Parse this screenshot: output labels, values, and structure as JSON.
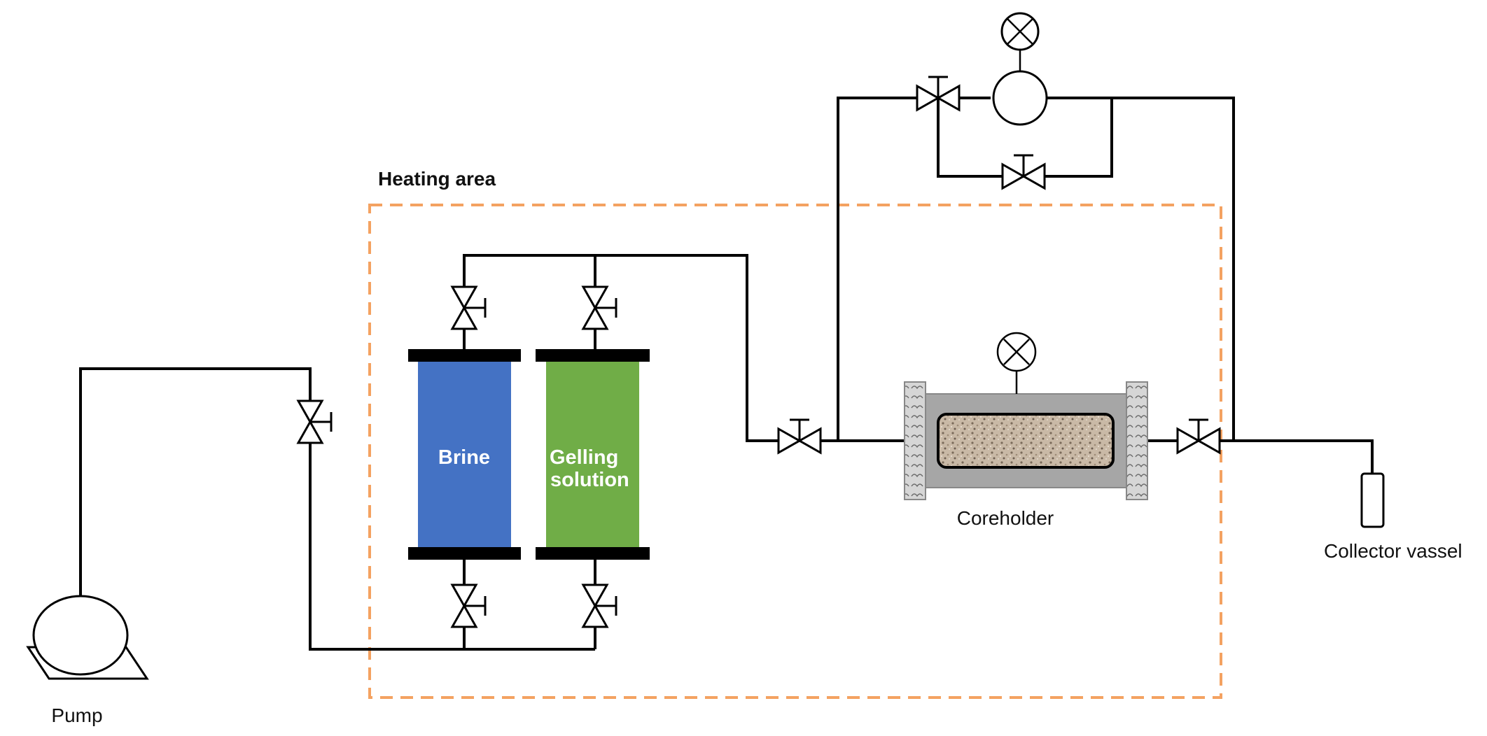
{
  "diagram": {
    "labels": {
      "heating_area": "Heating area",
      "brine": "Brine",
      "gelling_line1": "Gelling",
      "gelling_line2": "solution",
      "coreholder": "Coreholder",
      "collector": "Collector vassel",
      "pump": "Pump"
    },
    "colors": {
      "brine": "#4472C4",
      "gelling": "#70AD47",
      "heating_border": "#F4A261",
      "coreholder_body": "#A6A6A6",
      "core_sample": "#C8B8A8",
      "end_cap": "#CFCFCF"
    }
  }
}
